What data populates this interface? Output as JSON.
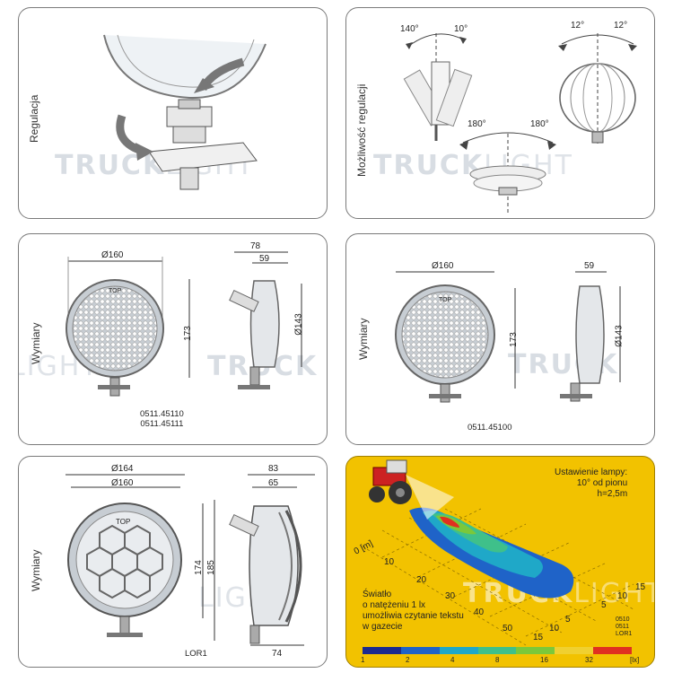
{
  "watermark": {
    "bold": "TRUCK",
    "thin": "LIGHT"
  },
  "panel1": {
    "label": "Regulacja"
  },
  "panel2": {
    "label": "Możliwość regulacji",
    "angle_left_a": "140°",
    "angle_left_b": "10°",
    "angle_right_a": "12°",
    "angle_right_b": "12°",
    "angle_bottom_a": "180°",
    "angle_bottom_b": "180°"
  },
  "panel3": {
    "label": "Wymiary",
    "diameter": "Ø160",
    "height": "173",
    "depth_total": "78",
    "depth": "59",
    "inner_diameter": "Ø143",
    "codes": [
      "0511.45110",
      "0511.45111"
    ],
    "top_mark": "TOP"
  },
  "panel4": {
    "label": "Wymiary",
    "diameter": "Ø160",
    "height": "173",
    "depth": "59",
    "inner_diameter": "Ø143",
    "code": "0511.45100",
    "top_mark": "TOP"
  },
  "panel5": {
    "label": "Wymiary",
    "diameter_outer": "Ø164",
    "diameter": "Ø160",
    "height": "174",
    "height_total": "185",
    "depth_total": "83",
    "depth": "65",
    "bottom_width": "74",
    "code": "LOR1",
    "top_mark": "TOP"
  },
  "panel6": {
    "setting_lines": [
      "Ustawienie lampy:",
      "10° od pionu",
      "h=2,5m"
    ],
    "note_lines": [
      "Światło",
      "o natężeniu 1 lx",
      "umożliwia czytanie tekstu",
      "w gazecie"
    ],
    "axis_unit": "0 [m]",
    "axis_long": [
      "10",
      "20",
      "30",
      "40",
      "50"
    ],
    "axis_side": [
      "5",
      "10",
      "15",
      "5",
      "10",
      "15"
    ],
    "codes": [
      "0510",
      "0511",
      "LOR1"
    ],
    "lux_labels": [
      "1",
      "2",
      "4",
      "8",
      "16",
      "32",
      "[lx]"
    ],
    "lux_colors": [
      "#1b2a8f",
      "#1f63c8",
      "#1fa8c8",
      "#3fc08a",
      "#7bc83a",
      "#f0d030",
      "#e03020"
    ]
  }
}
